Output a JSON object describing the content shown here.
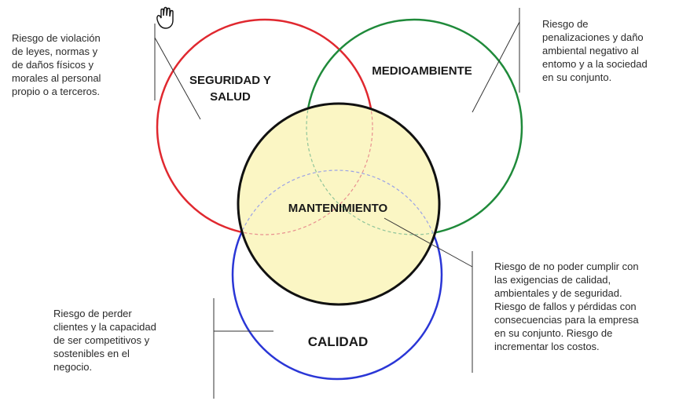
{
  "circles": {
    "safety": {
      "label_line1": "SEGURIDAD Y",
      "label_line2": "SALUD",
      "color": "#e0282f"
    },
    "environment": {
      "label": "MEDIOAMBIENTE",
      "color": "#1f8a3a"
    },
    "quality": {
      "label": "CALIDAD",
      "color": "#2a36d6"
    },
    "maintenance": {
      "label": "MANTENIMIENTO",
      "color": "#111111",
      "fill": "#fbf6c4"
    }
  },
  "notes": {
    "safety": [
      "Riesgo de violación",
      "de leyes, normas y",
      "de daños físicos y",
      "morales al personal",
      "propio o a terceros."
    ],
    "environment": [
      "Riesgo de",
      "penalizaciones y daño",
      "ambiental negativo al",
      "entomo y a la sociedad",
      "en su conjunto."
    ],
    "quality": [
      "Riesgo de perder",
      "clientes y la capacidad",
      "de ser competitivos y",
      "sostenibles en el",
      "negocio."
    ],
    "maintenance": [
      "Riesgo de no poder cumplir con",
      "las exigencias de calidad,",
      "ambientales y de seguridad.",
      "Riesgo de fallos y pérdidas con",
      "consecuencias para la empresa",
      "en su conjunto. Riesgo de",
      "incrementar los costos."
    ]
  },
  "icons": {
    "cursor": "hand-cursor-icon"
  }
}
